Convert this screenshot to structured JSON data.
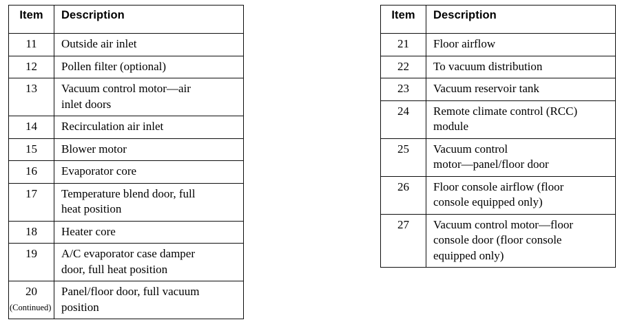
{
  "document": {
    "background_color": "#ffffff",
    "text_color": "#000000",
    "border_color": "#0d0d0d",
    "continued_note": "(Continued)"
  },
  "tables": [
    {
      "id": "left",
      "headers": {
        "item": "Item",
        "description": "Description"
      },
      "rows": [
        {
          "item": "11",
          "lines": [
            "Outside air inlet"
          ]
        },
        {
          "item": "12",
          "lines": [
            "Pollen filter (optional)"
          ]
        },
        {
          "item": "13",
          "lines": [
            "Vacuum control motor—air",
            "inlet doors"
          ]
        },
        {
          "item": "14",
          "lines": [
            "Recirculation air inlet"
          ]
        },
        {
          "item": "15",
          "lines": [
            "Blower motor"
          ]
        },
        {
          "item": "16",
          "lines": [
            "Evaporator core"
          ]
        },
        {
          "item": "17",
          "lines": [
            "Temperature blend door, full",
            "heat position"
          ]
        },
        {
          "item": "18",
          "lines": [
            "Heater core"
          ]
        },
        {
          "item": "19",
          "lines": [
            "A/C evaporator case damper",
            "door, full heat position"
          ]
        },
        {
          "item": "20",
          "lines": [
            "Panel/floor door, full vacuum",
            "position"
          ]
        }
      ]
    },
    {
      "id": "right",
      "headers": {
        "item": "Item",
        "description": "Description"
      },
      "rows": [
        {
          "item": "21",
          "lines": [
            "Floor airflow"
          ]
        },
        {
          "item": "22",
          "lines": [
            "To vacuum distribution"
          ]
        },
        {
          "item": "23",
          "lines": [
            "Vacuum reservoir tank"
          ]
        },
        {
          "item": "24",
          "lines": [
            "Remote climate control (RCC)",
            "module"
          ]
        },
        {
          "item": "25",
          "lines": [
            "Vacuum control",
            "motor—panel/floor door"
          ]
        },
        {
          "item": "26",
          "lines": [
            "Floor console airflow (floor",
            "console equipped only)"
          ]
        },
        {
          "item": "27",
          "lines": [
            "Vacuum control motor—floor",
            "console door (floor console",
            "equipped only)"
          ]
        }
      ]
    }
  ]
}
